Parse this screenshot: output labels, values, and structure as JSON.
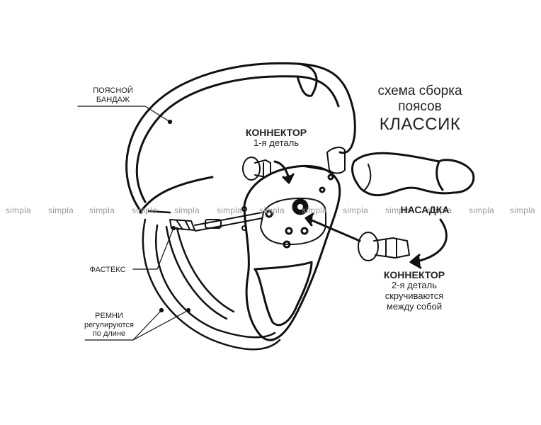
{
  "title": {
    "line1": "схема сборка",
    "line2": "поясов",
    "line3": "КЛАССИК"
  },
  "labels": {
    "waist_line1": "ПОЯСНОЙ",
    "waist_line2": "БАНДАЖ",
    "fastex": "ФАСТЕКС",
    "straps_line1": "РЕМНИ",
    "straps_line2": "регулируются",
    "straps_line3": "по длине",
    "connector1_title": "КОННЕКТОР",
    "connector1_sub": "1-я деталь",
    "nozzle": "НАСАДКА",
    "connector2_title": "КОННЕКТОР",
    "connector2_sub1": "2-я деталь",
    "connector2_sub2": "скручиваются",
    "connector2_sub3": "между собой"
  },
  "watermark": "simpla",
  "watermarks": [
    "simpla",
    "simpla",
    "simpla",
    "simpla",
    "simpla",
    "simpla",
    "simpla",
    "simpla",
    "simpla",
    "simpla",
    "simpla",
    "simpla",
    "simpla"
  ]
}
